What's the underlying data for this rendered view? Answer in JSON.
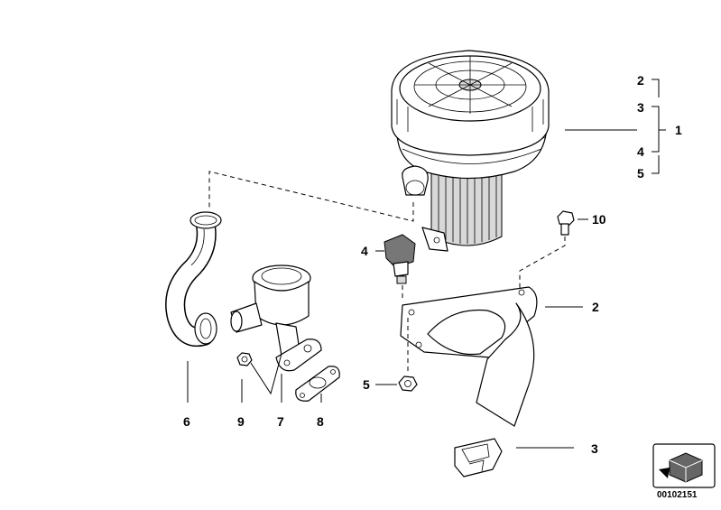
{
  "callouts": {
    "n2_top": "2",
    "n3_top": "3",
    "n1": "1",
    "n4_top": "4",
    "n5_top": "5",
    "n10": "10",
    "n4_left": "4",
    "n2_mid": "2",
    "n5_left": "5",
    "n3_bottom": "3",
    "n6": "6",
    "n9": "9",
    "n7": "7",
    "n8": "8"
  },
  "diagram_code": "00102151",
  "icon": "parts-box-icon"
}
